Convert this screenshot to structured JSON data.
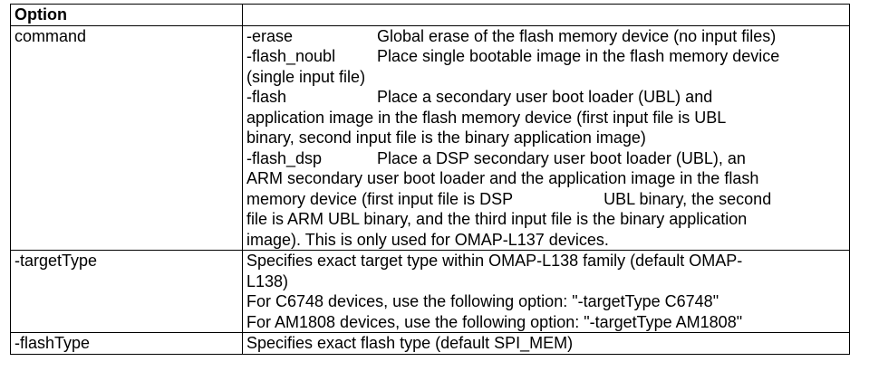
{
  "table": {
    "header": {
      "col1": "Option",
      "col2": ""
    },
    "rows": [
      {
        "option": "command",
        "lines": [
          {
            "flag": "-erase",
            "text": "Global erase of the flash memory device (no input files)"
          },
          {
            "flag": "-flash_noubl",
            "text": "Place single bootable image in the flash memory device"
          },
          {
            "text": "(single input file)"
          },
          {
            "flag": "-flash",
            "text": "Place a secondary user boot loader (UBL) and"
          },
          {
            "text": "application image in the flash memory device (first input file is UBL"
          },
          {
            "text": "binary, second input file is the binary application image)"
          },
          {
            "flag": "-flash_dsp",
            "text": "Place a DSP secondary user boot loader (UBL), an"
          },
          {
            "text": "ARM secondary user boot loader and the application image in the flash"
          },
          {
            "text_a": "memory device (first input file is DSP",
            "text_b": "UBL binary, the second"
          },
          {
            "text": "file is ARM UBL binary, and the third input file is the binary application"
          },
          {
            "text": "image). This is only used for OMAP-L137 devices."
          }
        ]
      },
      {
        "option": "-targetType",
        "lines": [
          "Specifies exact target type within OMAP-L138 family (default OMAP-",
          "L138)",
          "For C6748 devices, use the following option: \"-targetType C6748\"",
          "For AM1808 devices, use the following option: \"-targetType AM1808\""
        ]
      },
      {
        "option": "-flashType",
        "lines": [
          "Specifies exact flash type (default SPI_MEM)"
        ]
      }
    ]
  }
}
